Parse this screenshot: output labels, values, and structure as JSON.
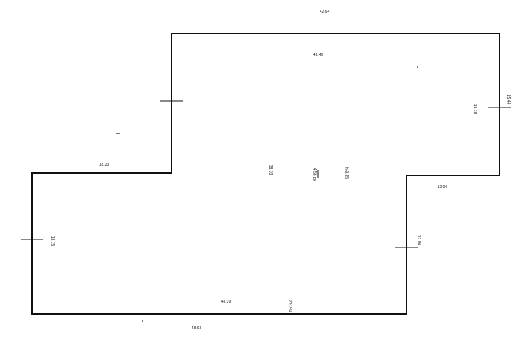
{
  "dimensions": {
    "top_outer": "42.64",
    "top_inner": "42.40",
    "right_outer": "15.44",
    "right_inner": "18.18",
    "left_upper": "18.23",
    "left_wall": "18.15",
    "step_right": "12.00",
    "step_right_vertical": "17.84",
    "bottom_inner": "48.39",
    "bottom_outer": "48.63",
    "center_left": "38.03",
    "center_right": "h-9.35",
    "center_lower": "h-7.62",
    "center_mark": "4.56 pv"
  }
}
